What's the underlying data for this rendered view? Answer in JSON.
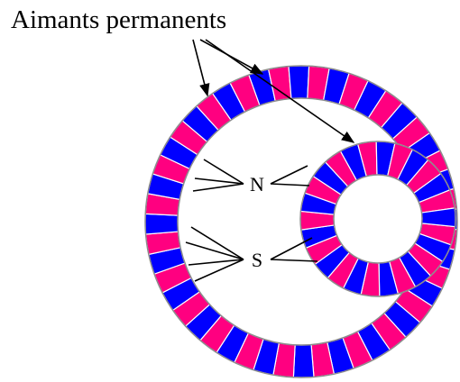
{
  "caption": "Aimants permanents",
  "labels": {
    "north": "N",
    "south": "S"
  },
  "colors": {
    "magnet_pink": "#ff0080",
    "magnet_blue": "#0000ff",
    "outline": "#8c8c8c",
    "line": "#000000"
  },
  "rings": {
    "outer_magnet_pairs": 24,
    "inner_magnet_pairs": 13
  }
}
